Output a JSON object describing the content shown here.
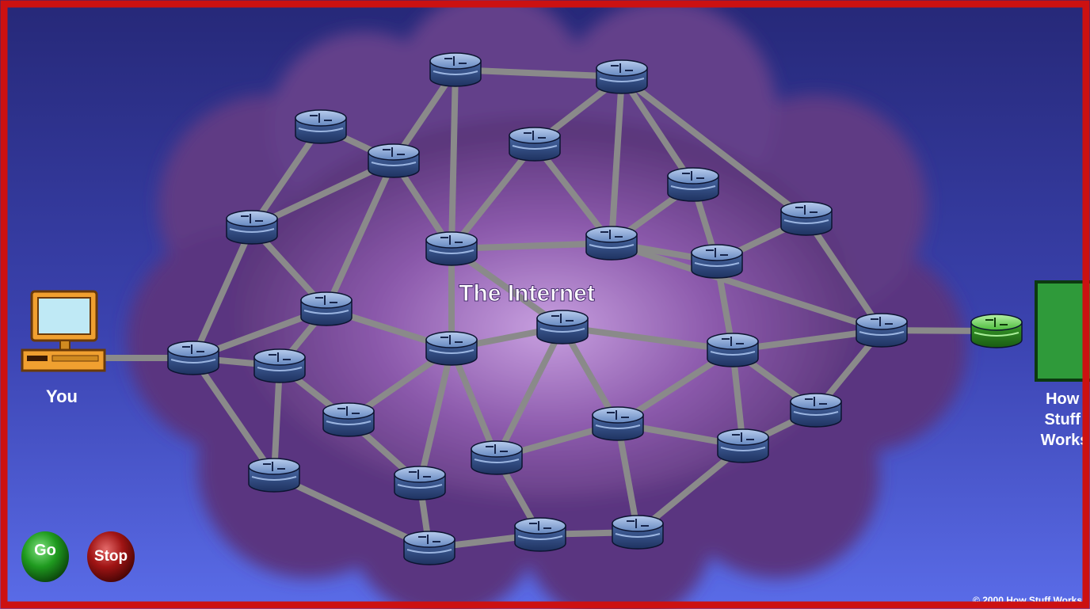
{
  "diagram": {
    "cloud_label": "The Internet",
    "you_label": "You",
    "server_label_lines": [
      "How",
      "Stuff",
      "Works"
    ],
    "copyright": "© 2000 How Stuff Works",
    "go_label": "Go",
    "stop_label": "Stop"
  },
  "colors": {
    "frame": "#cc1111",
    "background_top": "#2a2a7a",
    "background_bottom": "#5a6ae6",
    "cloud": "#7a4a98",
    "link": "#8a8a8a",
    "router": "#5a78b0",
    "gateway_router": "#3cb43c",
    "server": "#2f9a3a",
    "computer": "#f0a030",
    "go_button": "#1d8a1d",
    "stop_button": "#a01010"
  }
}
